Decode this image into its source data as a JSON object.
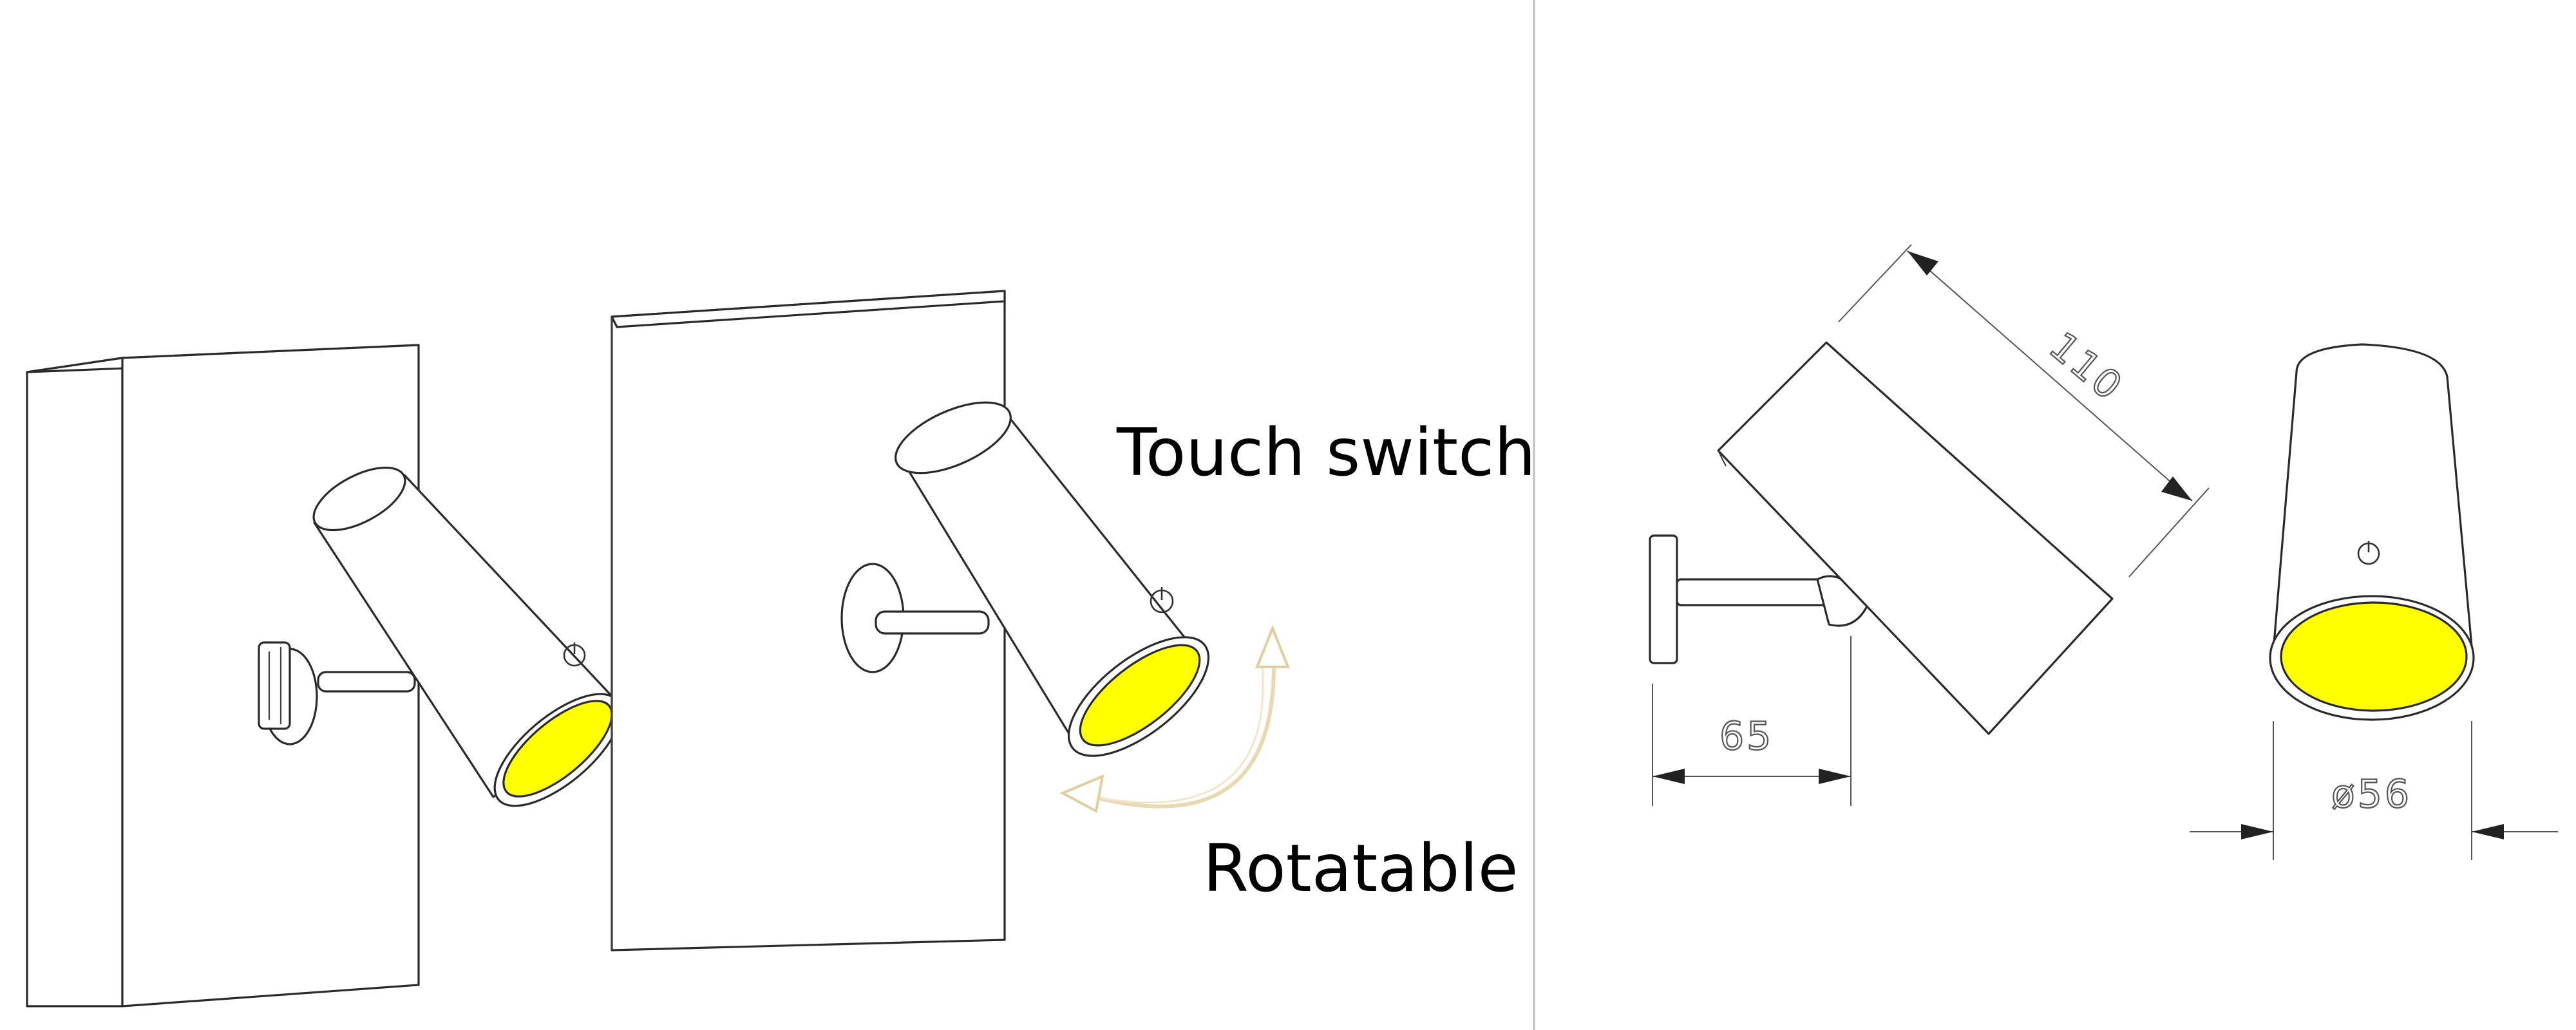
{
  "labels": {
    "touch_switch": "Touch switch",
    "rotatable": "Rotatable"
  },
  "dimensions": {
    "length": "110",
    "projection": "65",
    "diameter": "ø56"
  },
  "icons": {
    "touch": "power-icon",
    "rotate": "rotation-arrow-icon"
  },
  "colors": {
    "lens": "#ffff00",
    "lines": "#2a2a2a",
    "rotation_arrow": "#e8d9b0"
  }
}
